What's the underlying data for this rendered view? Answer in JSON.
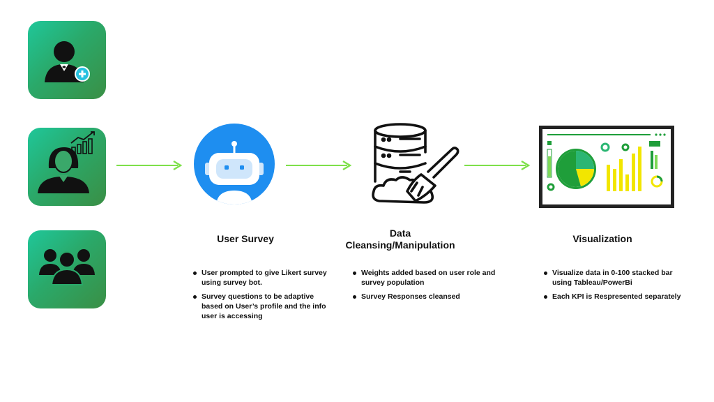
{
  "personas": [
    {
      "icon": "manager-add-icon"
    },
    {
      "icon": "analyst-growth-icon"
    },
    {
      "icon": "team-group-icon"
    }
  ],
  "stages": [
    {
      "icon": "robot-bot-icon",
      "title": "User Survey",
      "bullets": [
        "User prompted to give Likert survey using survey bot.",
        "Survey questions to be adaptive based on User’s profile and the info user is accessing"
      ]
    },
    {
      "icon": "database-cleaning-icon",
      "title_line1": "Data",
      "title_line2": "Cleansing/Manipulation",
      "bullets": [
        "Weights added based on user role and survey population",
        "Survey Responses cleansed"
      ]
    },
    {
      "icon": "dashboard-monitor-icon",
      "title": "Visualization",
      "bullets": [
        "Visualize data in 0-100 stacked bar using Tableau/PowerBi",
        "Each KPI is Respresented separately"
      ]
    }
  ],
  "colors": {
    "tile_gradient_start": "#1fc79a",
    "tile_gradient_end": "#3a8f45",
    "arrow": "#7ee04a",
    "robot_blue": "#1e8ef0",
    "dashboard_green": "#1f9e3a",
    "dashboard_yellow": "#f2e600"
  }
}
